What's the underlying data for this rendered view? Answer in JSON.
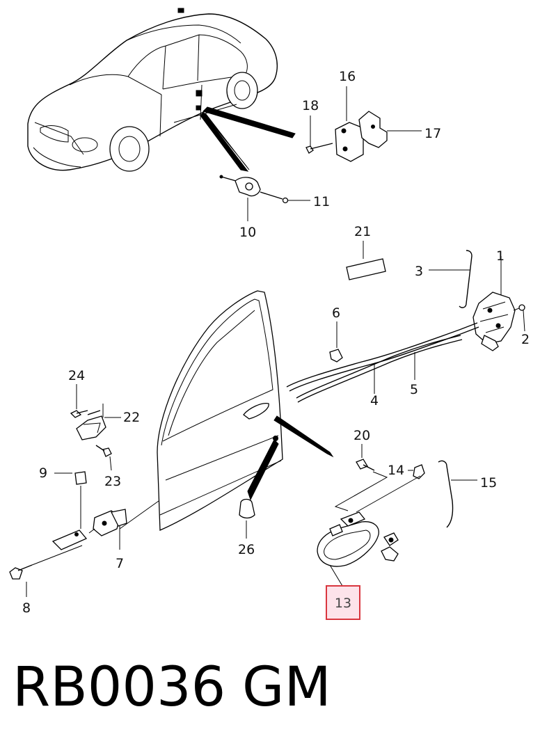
{
  "diagram": {
    "callouts": {
      "c1": "1",
      "c2": "2",
      "c3": "3",
      "c4": "4",
      "c5": "5",
      "c6": "6",
      "c7": "7",
      "c8": "8",
      "c9": "9",
      "c10": "10",
      "c11": "11",
      "c13": "13",
      "c14": "14",
      "c15": "15",
      "c16": "16",
      "c17": "17",
      "c18": "18",
      "c20": "20",
      "c21": "21",
      "c22": "22",
      "c23": "23",
      "c24": "24",
      "c26": "26"
    },
    "highlighted_callout": "13",
    "highlight_colors": {
      "fill": "#fde3ea",
      "border": "#d9363e"
    }
  },
  "footer": {
    "part_code": "RB0036",
    "brand": "GM"
  }
}
